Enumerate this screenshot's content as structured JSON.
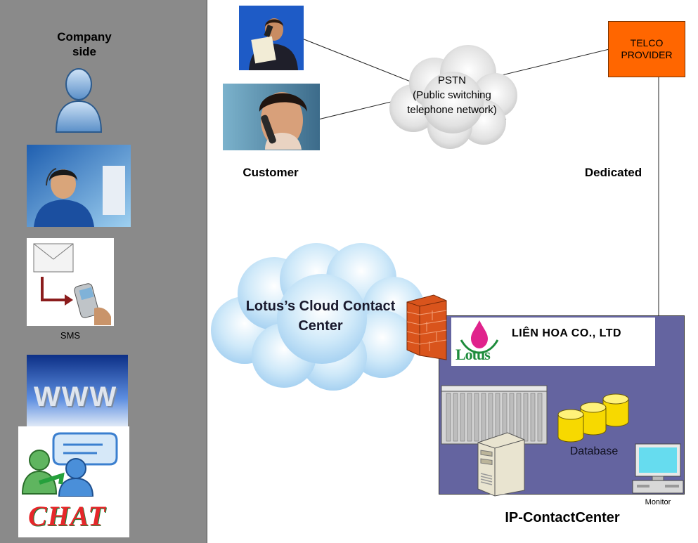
{
  "sidebar": {
    "title_line1": "Company",
    "title_line2": "side",
    "sms_label": "SMS",
    "www_label": "WWW",
    "chat_label": "CHAT"
  },
  "labels": {
    "customer": "Customer",
    "dedicated": "Dedicated",
    "pstn_line1": "PSTN",
    "pstn_line2": "(Public switching",
    "pstn_line3": "telephone network)",
    "telco_line1": "TELCO",
    "telco_line2": "PROVIDER",
    "cloud_line1": "Lotus’s Cloud Contact",
    "cloud_line2": "Center",
    "company_name": "LIÊN HOA CO., LTD",
    "logo_text": "Lotus",
    "database": "Database",
    "monitor": "Monitor",
    "ip_contact_center": "IP-ContactCenter"
  },
  "colors": {
    "sidebar": "#8a8a8a",
    "telco": "#ff6600",
    "ip_box": "#6464a0",
    "database": "#ffe600",
    "logo_green": "#1e8c3c",
    "logo_pink": "#e0238c"
  }
}
